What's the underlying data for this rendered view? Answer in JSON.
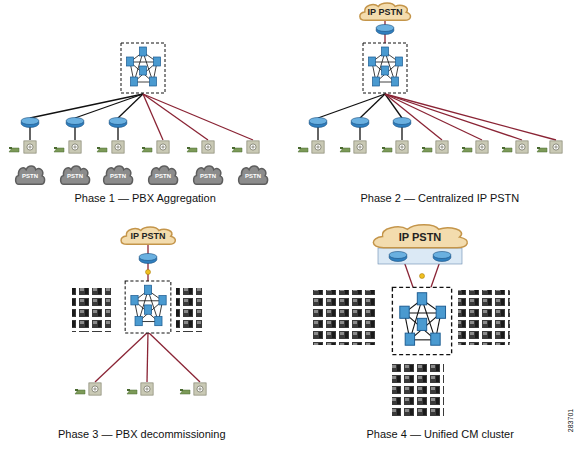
{
  "diagram": {
    "nodes": [
      {
        "text": [
          "PSTN"
        ]
      },
      {
        "text": [
          "PSTN"
        ]
      },
      {
        "text": [
          "PSTN"
        ]
      },
      {
        "text": [
          "PSTN"
        ]
      },
      {
        "text": [
          "PSTN"
        ]
      },
      {
        "text": [
          "PSTN"
        ]
      },
      {
        "text": [
          "IP PSTN"
        ]
      },
      {
        "text": [
          "IP PSTN"
        ]
      },
      {
        "text": [
          "IP PSTN"
        ]
      }
    ],
    "labels": [
      "Phase 1 — PBX Aggregation",
      "Phase 2 — Centralized IP PSTN",
      "Phase 3 — PBX decommissioning",
      "Phase 4 — Unified CM cluster",
      "283701"
    ]
  }
}
